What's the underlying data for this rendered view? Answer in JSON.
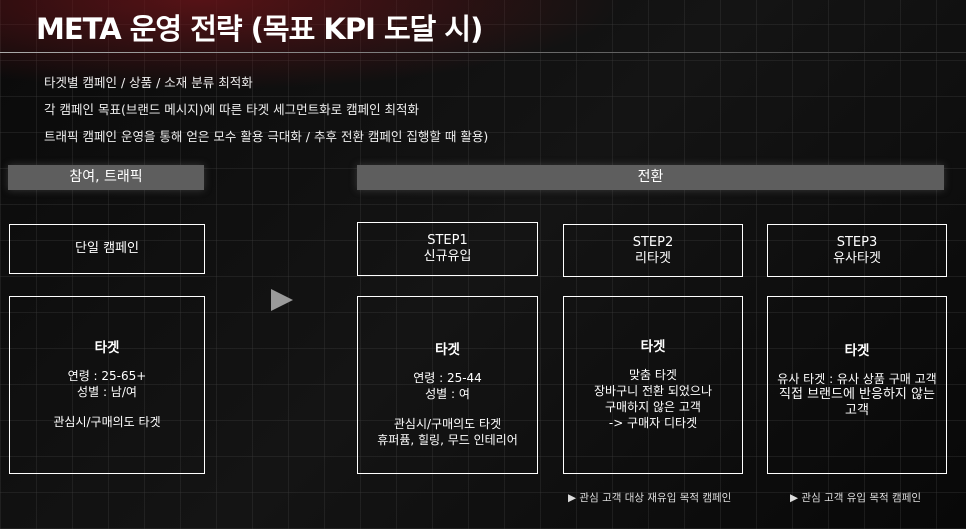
{
  "header": {
    "title": "META 운영 전략 (목표 KPI 도달 시)"
  },
  "bullets": [
    "타겟별 캠페인 / 상품 / 소재 분류 최적화",
    "각 캠페인 목표(브랜드 메시지)에 따른 타겟 세그먼트화로 캠페인 최적화",
    "트래픽 캠페인 운영을 통해 얻은 모수 활용 극대화 / 추후 전환 캠페인 집행할 때 활용)"
  ],
  "sections": {
    "left": "참여, 트래픽",
    "right": "전환"
  },
  "single": {
    "label": "단일 캠페인",
    "target_title": "타겟",
    "age": "연령 : 25-65+",
    "gender": "성별 : 남/여",
    "interest": "관심시/구매의도 타겟"
  },
  "step1": {
    "step": "STEP1",
    "name": "신규유입",
    "target_title": "타겟",
    "age": "연령 : 25-44",
    "gender": "성별 : 여",
    "interest": "관심시/구매의도 타겟",
    "detail": "휴퍼퓸, 힐링, 무드 인테리어"
  },
  "step2": {
    "step": "STEP2",
    "name": "리타겟",
    "target_title": "타겟",
    "l1": "맞춤 타겟",
    "l2": "장바구니 전환 되었으나",
    "l3": "구매하지 않은 고객",
    "l4": "-> 구매자 디타겟",
    "note": "▶ 관심 고객 대상 재유입 목적 캠페인"
  },
  "step3": {
    "step": "STEP3",
    "name": "유사타겟",
    "target_title": "타겟",
    "l1": "유사 타겟 : 유사 상품 구매 고객",
    "l2": "직접 브랜드에 반응하지 않는",
    "l3": "고객",
    "note": "▶ 관심 고객 유입 목적 캠페인"
  }
}
